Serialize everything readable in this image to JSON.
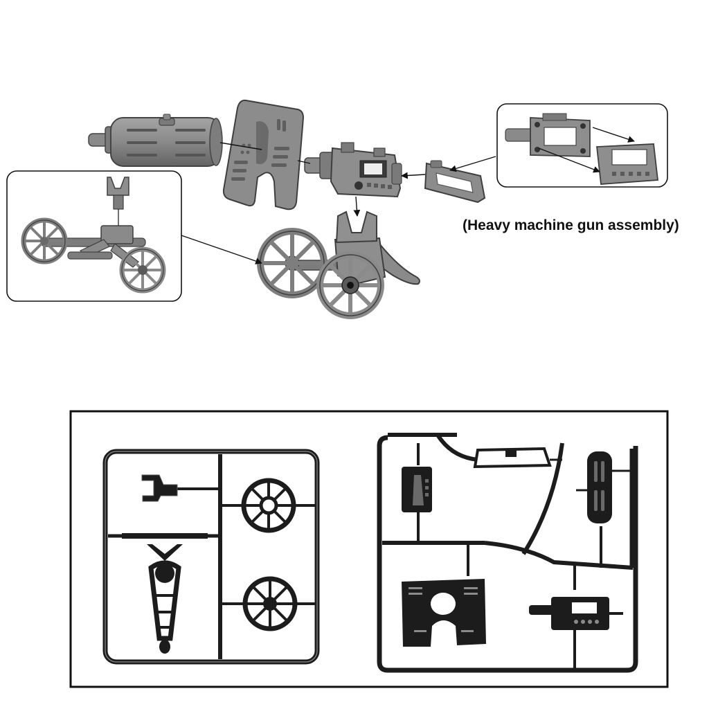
{
  "caption": "(Heavy machine gun assembly)",
  "colors": {
    "part_fill": "#8a8a8a",
    "part_dark": "#5e5e5e",
    "part_light": "#a8a8a8",
    "sprue": "#1c1c1c",
    "sprue_highlight": "#7a7a7a",
    "frame": "#111111"
  },
  "parts": [
    "barrel-jacket",
    "gun-shield",
    "receiver",
    "feed-cover",
    "wheel",
    "carriage",
    "trail-leg",
    "pintle-mount"
  ]
}
